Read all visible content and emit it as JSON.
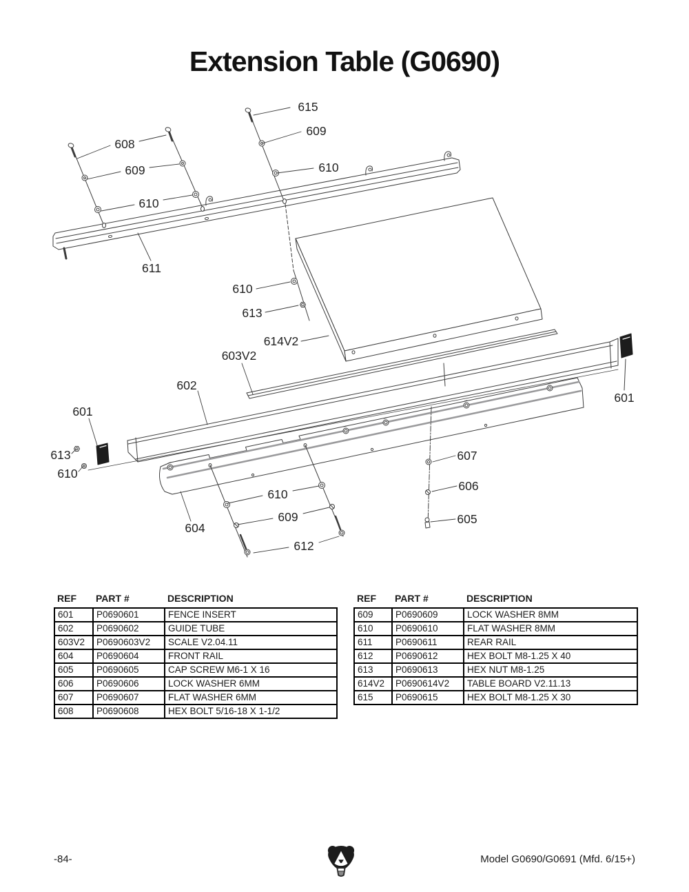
{
  "page": {
    "title": "Extension Table (G0690)"
  },
  "diagram": {
    "callouts": [
      {
        "label": "615"
      },
      {
        "label": "609"
      },
      {
        "label": "610"
      },
      {
        "label": "608"
      },
      {
        "label": "609"
      },
      {
        "label": "610"
      },
      {
        "label": "611"
      },
      {
        "label": "610"
      },
      {
        "label": "613"
      },
      {
        "label": "614V2"
      },
      {
        "label": "603V2"
      },
      {
        "label": "602"
      },
      {
        "label": "601"
      },
      {
        "label": "613"
      },
      {
        "label": "610"
      },
      {
        "label": "604"
      },
      {
        "label": "610"
      },
      {
        "label": "609"
      },
      {
        "label": "612"
      },
      {
        "label": "607"
      },
      {
        "label": "606"
      },
      {
        "label": "605"
      },
      {
        "label": "601"
      }
    ]
  },
  "tables": {
    "left": {
      "headers": [
        "REF",
        "PART #",
        "DESCRIPTION"
      ],
      "rows": [
        [
          "601",
          "P0690601",
          "FENCE INSERT"
        ],
        [
          "602",
          "P0690602",
          "GUIDE TUBE"
        ],
        [
          "603V2",
          "P0690603V2",
          "SCALE V2.04.11"
        ],
        [
          "604",
          "P0690604",
          "FRONT RAIL"
        ],
        [
          "605",
          "P0690605",
          "CAP SCREW M6-1 X 16"
        ],
        [
          "606",
          "P0690606",
          "LOCK WASHER 6MM"
        ],
        [
          "607",
          "P0690607",
          "FLAT WASHER 6MM"
        ],
        [
          "608",
          "P0690608",
          "HEX BOLT 5/16-18 X 1-1/2"
        ]
      ]
    },
    "right": {
      "headers": [
        "REF",
        "PART #",
        "DESCRIPTION"
      ],
      "rows": [
        [
          "609",
          "P0690609",
          "LOCK WASHER 8MM"
        ],
        [
          "610",
          "P0690610",
          "FLAT WASHER 8MM"
        ],
        [
          "611",
          "P0690611",
          "REAR RAIL"
        ],
        [
          "612",
          "P0690612",
          "HEX BOLT M8-1.25 X 40"
        ],
        [
          "613",
          "P0690613",
          "HEX NUT M8-1.25"
        ],
        [
          "614V2",
          "P0690614V2",
          "TABLE BOARD V2.11.13"
        ],
        [
          "615",
          "P0690615",
          "HEX BOLT M8-1.25 X 30"
        ]
      ]
    }
  },
  "footer": {
    "page_number": "-84-",
    "model_text": "Model G0690/G0691 (Mfd. 6/15+)",
    "logo_icon": "bear-logo"
  },
  "colors": {
    "line": "#3b3b3b",
    "thick_line": "#9a9a9c",
    "text": "#1a1a1a",
    "insert_fill": "#1c1c1c"
  }
}
